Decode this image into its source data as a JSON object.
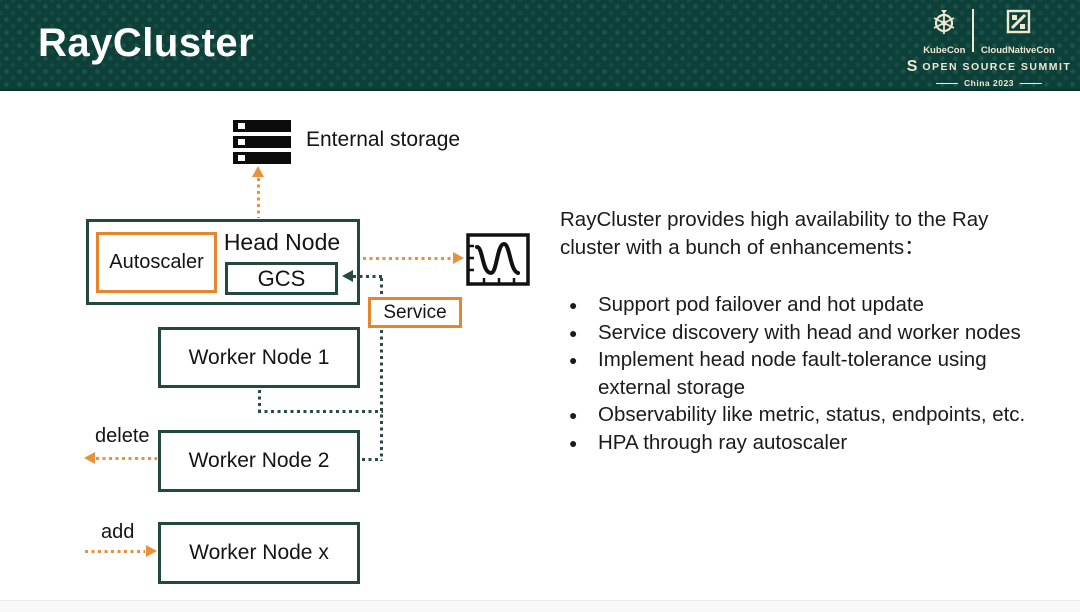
{
  "header": {
    "title": "RayCluster",
    "logos": {
      "kubecon": "KubeCon",
      "cloudnativecon": "CloudNativeCon",
      "summit_letter": "S",
      "summit": "OPEN SOURCE SUMMIT",
      "location": "China 2023"
    },
    "colors": {
      "background": "#0c4039",
      "title_text": "#ffffff",
      "logo_text": "#efe8d1"
    }
  },
  "diagram": {
    "colors": {
      "teal_border": "#23493f",
      "orange_accent": "#e5862f",
      "icon_black": "#111111"
    },
    "storage": {
      "label": "Enternal storage"
    },
    "head_node": {
      "label": "Head Node",
      "autoscaler_label": "Autoscaler",
      "gcs_label": "GCS"
    },
    "service": {
      "label": "Service"
    },
    "workers": [
      "Worker Node 1",
      "Worker Node 2",
      "Worker Node x"
    ],
    "actions": {
      "delete_label": "delete",
      "add_label": "add"
    }
  },
  "content": {
    "intro": "RayCluster provides high availability to the Ray cluster with a bunch of enhancements：",
    "bullets": [
      "Support pod failover and hot update",
      "Service discovery with head and worker nodes",
      "Implement head node fault-tolerance using external storage",
      "Observability like metric, status, endpoints, etc.",
      "HPA through ray autoscaler"
    ]
  }
}
